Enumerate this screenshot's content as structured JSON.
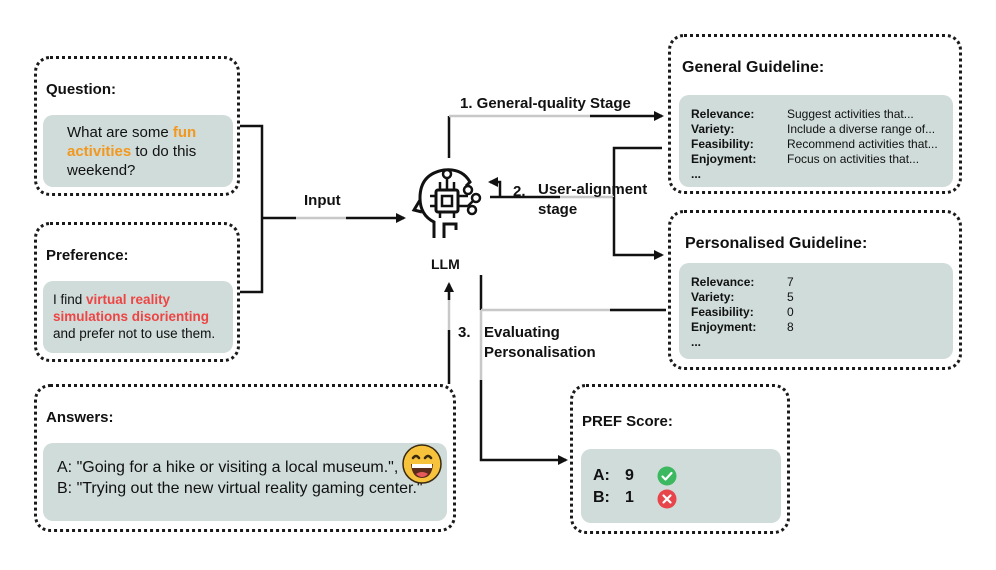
{
  "question": {
    "title": "Question:",
    "pre": "What are some ",
    "highlight": "fun activities",
    "post": " to do this weekend?"
  },
  "preference": {
    "title": "Preference:",
    "pre": "I find ",
    "highlight": "virtual reality simulations disorienting",
    "post": " and prefer not to use them."
  },
  "answers": {
    "title": "Answers:",
    "a": "A: \"Going for a hike or visiting a local museum.\",",
    "b": "B: \"Trying out the new virtual reality gaming center.\""
  },
  "flow": {
    "input": "Input",
    "llm": "LLM",
    "stage1": "1. General-quality Stage",
    "stage2_num": "2.",
    "stage2_l1": "User-alignment",
    "stage2_l2": "stage",
    "stage3_num": "3.",
    "stage3_l1": "Evaluating",
    "stage3_l2": "Personalisation"
  },
  "general_guideline": {
    "title": "General Guideline:",
    "rows": [
      {
        "k": "Relevance:",
        "v": "Suggest activities that..."
      },
      {
        "k": "Variety:",
        "v": "Include a diverse range of..."
      },
      {
        "k": "Feasibility:",
        "v": "Recommend activities that..."
      },
      {
        "k": "Enjoyment:",
        "v": "Focus on activities that..."
      },
      {
        "k": "...",
        "v": ""
      }
    ]
  },
  "personalised_guideline": {
    "title": "Personalised Guideline:",
    "rows": [
      {
        "k": "Relevance:",
        "v": "7"
      },
      {
        "k": "Variety:",
        "v": "5"
      },
      {
        "k": "Feasibility:",
        "v": "0"
      },
      {
        "k": "Enjoyment:",
        "v": "8"
      },
      {
        "k": "...",
        "v": ""
      }
    ]
  },
  "pref_score": {
    "title": "PREF Score:",
    "a_label": "A:",
    "a_value": "9",
    "b_label": "B:",
    "b_value": "1"
  },
  "colors": {
    "orange": "#f2981f",
    "red": "#ee4444",
    "card": "#cfdcd9",
    "check": "#3cb860",
    "cross": "#e8454b",
    "grey_line": "#c8c8c8"
  },
  "icons": [
    "brain-chip-icon",
    "grinning-emoji-icon",
    "check-icon",
    "cross-icon"
  ]
}
